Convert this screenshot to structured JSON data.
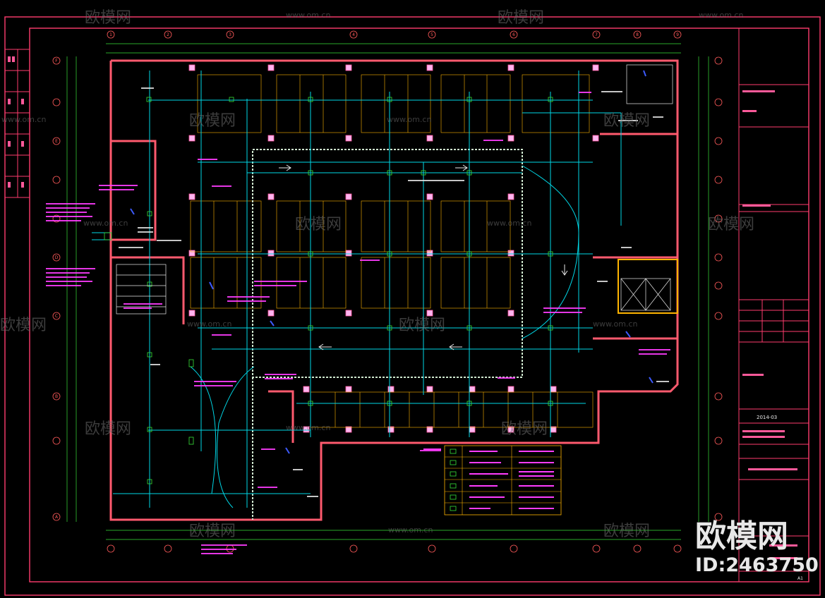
{
  "watermark": {
    "brand": "欧模网",
    "site": "www.om.cn",
    "id_text": "ID:2463750"
  },
  "title_block": {
    "year": "2014-03",
    "sheet": "A1"
  },
  "grid_axes": {
    "columns": [
      "1",
      "2",
      "3",
      "4",
      "5",
      "6",
      "7",
      "8",
      "9"
    ],
    "rows": [
      "F",
      "E",
      "D",
      "C",
      "B",
      "A"
    ]
  },
  "colors": {
    "wall": "#ff5a6e",
    "frame": "#ff3c6e",
    "duct": "#00d7e6",
    "pipe": "#39e039",
    "text": "#ff3cff",
    "equipment": "#ffffff",
    "accent": "#ffb400"
  }
}
